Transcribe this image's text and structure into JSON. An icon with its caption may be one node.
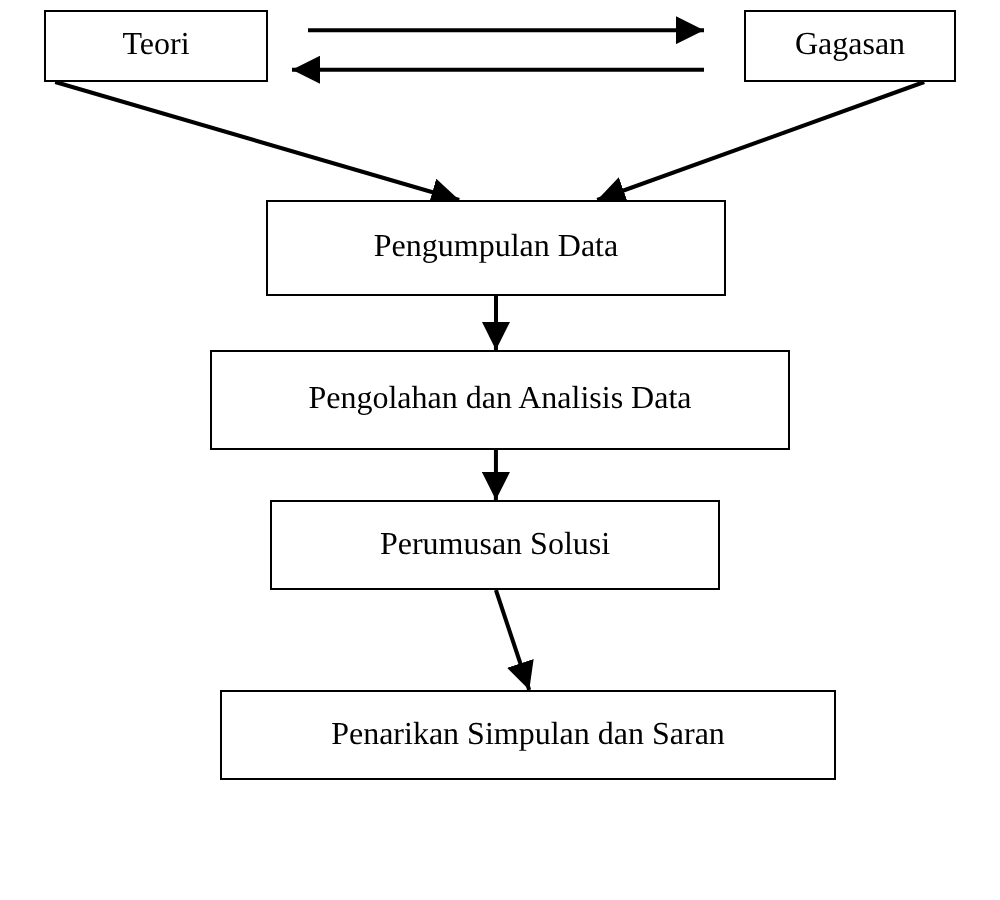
{
  "diagram": {
    "nodes": [
      {
        "text": [
          "Teori"
        ]
      },
      {
        "text": [
          "Gagasan"
        ]
      },
      {
        "text": [
          "Pengumpulan Data"
        ]
      },
      {
        "text": [
          "Pengolahan dan Analisis Data"
        ]
      },
      {
        "text": [
          "Perumusan Solusi"
        ]
      },
      {
        "text": [
          "Penarikan Simpulan dan Saran"
        ]
      }
    ],
    "edges": [
      {
        "from": 0,
        "to": 1,
        "arrow": "to"
      },
      {
        "from": 1,
        "to": 0,
        "arrow": "to"
      },
      {
        "from": 0,
        "to": 2,
        "arrow": "to"
      },
      {
        "from": 1,
        "to": 2,
        "arrow": "to"
      },
      {
        "from": 2,
        "to": 3,
        "arrow": "to"
      },
      {
        "from": 3,
        "to": 4,
        "arrow": "to"
      },
      {
        "from": 4,
        "to": 5,
        "arrow": "to"
      }
    ]
  }
}
